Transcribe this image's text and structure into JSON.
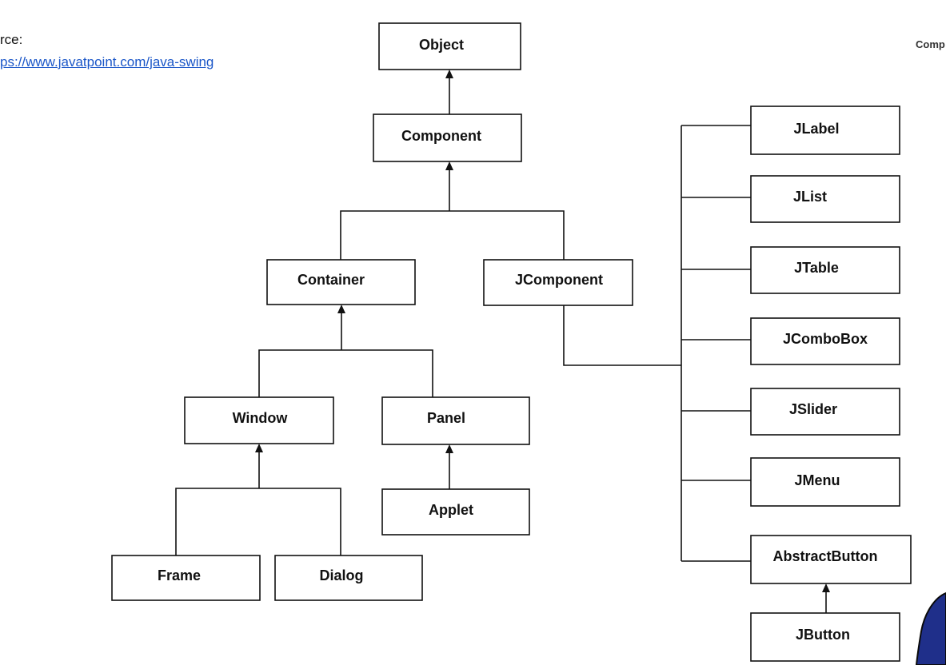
{
  "source": {
    "label": "rce:",
    "link_text": "ps://www.javatpoint.com/java-swing"
  },
  "corner_text": "Comp",
  "diagram": {
    "nodes": {
      "object": "Object",
      "component": "Component",
      "container": "Container",
      "jcomponent": "JComponent",
      "window": "Window",
      "panel": "Panel",
      "applet": "Applet",
      "frame": "Frame",
      "dialog": "Dialog",
      "jlabel": "JLabel",
      "jlist": "JList",
      "jtable": "JTable",
      "jcombobox": "JComboBox",
      "jslider": "JSlider",
      "jmenu": "JMenu",
      "abstractbutton": "AbstractButton",
      "jbutton": "JButton"
    }
  },
  "colors": {
    "line": "#111111",
    "link": "#1a56c8",
    "presenter_shirt": "#1f2f8a"
  }
}
